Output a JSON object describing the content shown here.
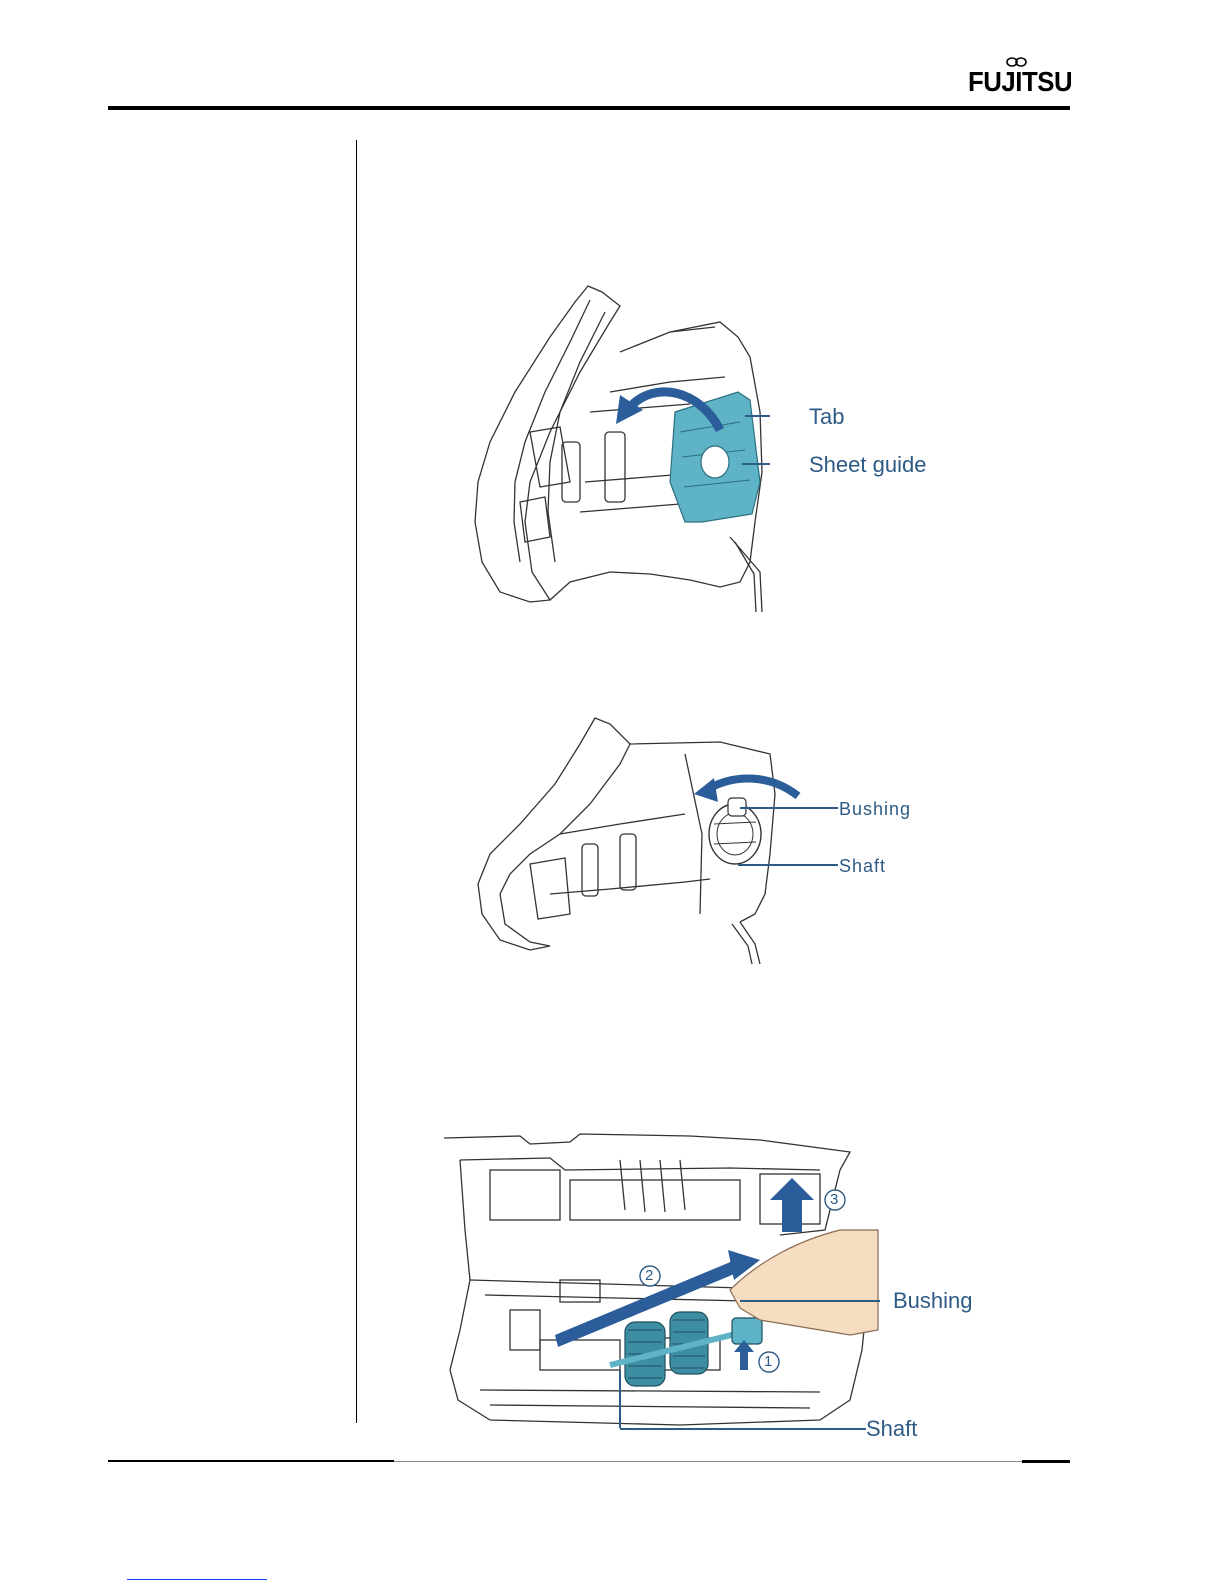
{
  "header": {
    "logo_text": "FUJITSU",
    "brand_color": "#000000"
  },
  "figures": {
    "figure1": {
      "labels": {
        "tab": "Tab",
        "sheet_guide": "Sheet guide"
      }
    },
    "figure2": {
      "labels": {
        "bushing": "Bushing",
        "shaft": "Shaft"
      }
    },
    "figure3": {
      "labels": {
        "bushing": "Bushing",
        "shaft": "Shaft",
        "step1": "1",
        "step2": "2",
        "step3": "3"
      }
    }
  },
  "colors": {
    "highlight": "#5fb3c6",
    "arrow": "#2a5d99",
    "label": "#2e5b86",
    "skin": "#f6dcc0"
  }
}
